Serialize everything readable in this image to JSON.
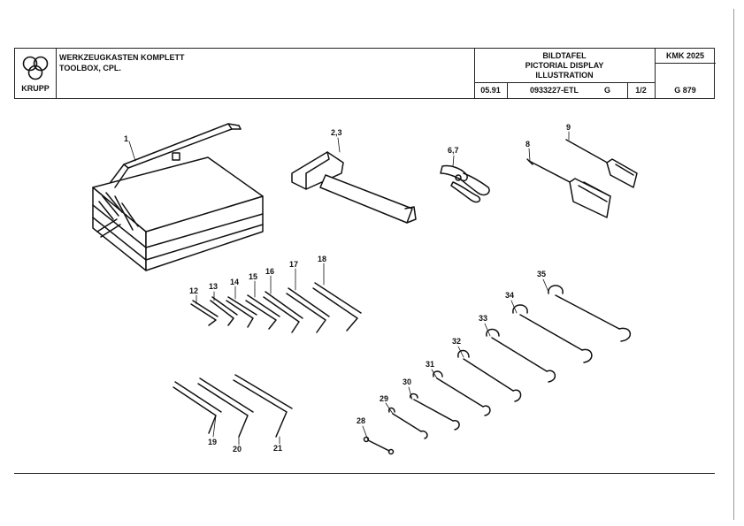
{
  "brand": {
    "name": "KRUPP"
  },
  "title_block": {
    "title_de": "WERKZEUGKASTEN KOMPLETT",
    "title_en": "TOOLBOX, CPL.",
    "sheet_type_de": "BILDTAFEL",
    "sheet_type_en1": "PICTORIAL DISPLAY",
    "sheet_type_en2": "ILLUSTRATION",
    "model": "KMK 2025",
    "date": "05.91",
    "part_number": "0933227-ETL",
    "revision": "G",
    "page": "1/2",
    "drawing_code": "G 879"
  },
  "callouts": {
    "c1": "1",
    "c2_3": "2,3",
    "c6_7": "6,7",
    "c8": "8",
    "c9": "9",
    "c12": "12",
    "c13": "13",
    "c14": "14",
    "c15": "15",
    "c16": "16",
    "c17": "17",
    "c18": "18",
    "c19": "19",
    "c20": "20",
    "c21": "21",
    "c28": "28",
    "c29": "29",
    "c30": "30",
    "c31": "31",
    "c32": "32",
    "c33": "33",
    "c34": "34",
    "c35": "35"
  }
}
